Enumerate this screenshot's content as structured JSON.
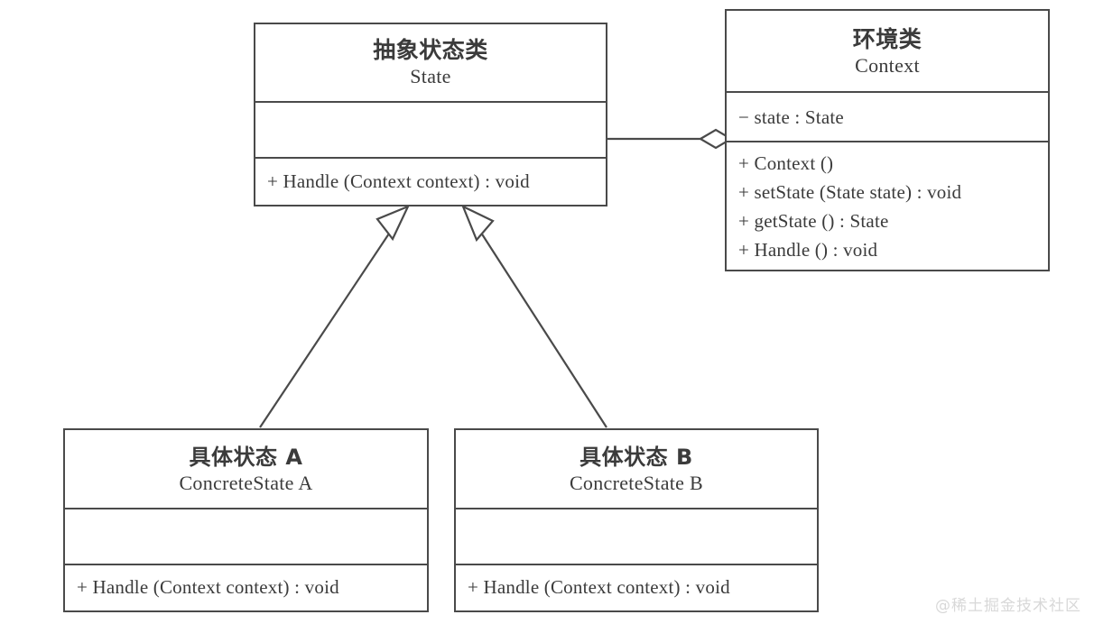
{
  "diagram": {
    "kind": "uml-class-diagram",
    "pattern": "State",
    "background_color": "#ffffff",
    "line_color": "#4a4a4a",
    "text_color": "#3b3b3b"
  },
  "classes": {
    "state": {
      "name_cn": "抽象状态类",
      "name_en": "State",
      "attributes": [],
      "operations": [
        "+ Handle (Context context) : void"
      ]
    },
    "context": {
      "name_cn": "环境类",
      "name_en": "Context",
      "attributes": [
        "− state : State"
      ],
      "operations": [
        "+ Context ()",
        "+ setState (State state) : void",
        "+ getState () : State",
        "+ Handle () : void"
      ]
    },
    "concrete_a": {
      "name_cn": "具体状态 A",
      "name_en": "ConcreteState A",
      "attributes": [],
      "operations": [
        "+ Handle (Context context) : void"
      ]
    },
    "concrete_b": {
      "name_cn": "具体状态 B",
      "name_en": "ConcreteState B",
      "attributes": [],
      "operations": [
        "+ Handle (Context context) : void"
      ]
    }
  },
  "relationships": [
    {
      "id": "aggregation-context-state",
      "type": "aggregation",
      "from": "context",
      "to": "state",
      "marker": "hollow-diamond"
    },
    {
      "id": "generalization-a-state",
      "type": "generalization",
      "from": "concrete_a",
      "to": "state",
      "marker": "hollow-triangle"
    },
    {
      "id": "generalization-b-state",
      "type": "generalization",
      "from": "concrete_b",
      "to": "state",
      "marker": "hollow-triangle"
    }
  ],
  "watermark": {
    "text": "@稀土掘金技术社区",
    "color": "#d8d8d8"
  }
}
